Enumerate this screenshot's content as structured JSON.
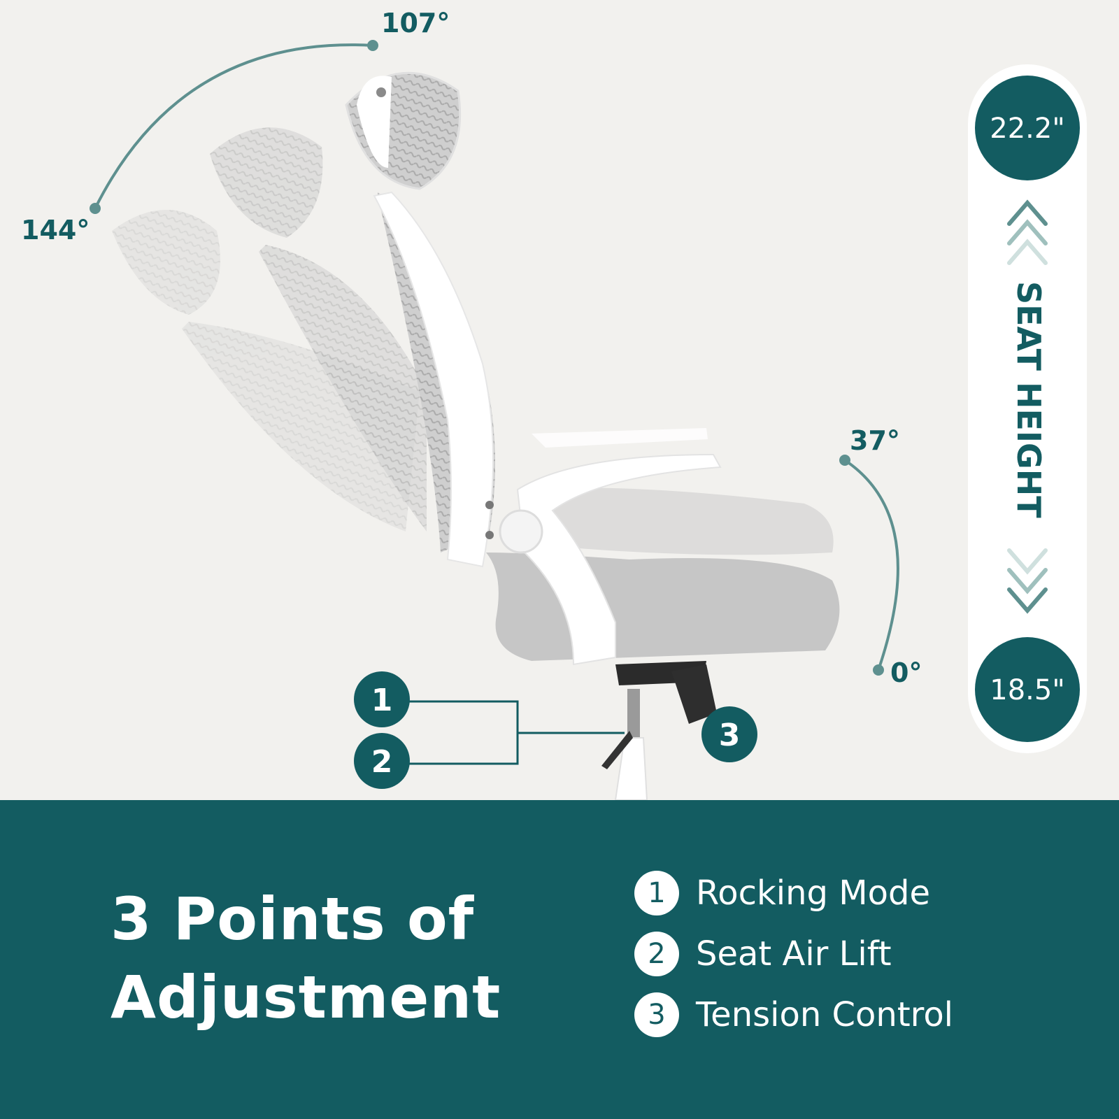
{
  "colors": {
    "teal": "#135c61",
    "teal_line": "#5e908f",
    "background": "#f2f1ee",
    "white": "#ffffff"
  },
  "headrest_angles": {
    "upper": "107°",
    "lower": "144°"
  },
  "recline_angles": {
    "upper": "37°",
    "lower": "0°"
  },
  "seat_height": {
    "label": "SEAT HEIGHT",
    "max": "22.2\"",
    "min": "18.5\""
  },
  "callouts": [
    "1",
    "2",
    "3"
  ],
  "headline": {
    "line1": "3 Points of",
    "line2": "Adjustment"
  },
  "legend": [
    {
      "num": "1",
      "label": "Rocking Mode"
    },
    {
      "num": "2",
      "label": "Seat Air Lift"
    },
    {
      "num": "3",
      "label": "Tension Control"
    }
  ]
}
